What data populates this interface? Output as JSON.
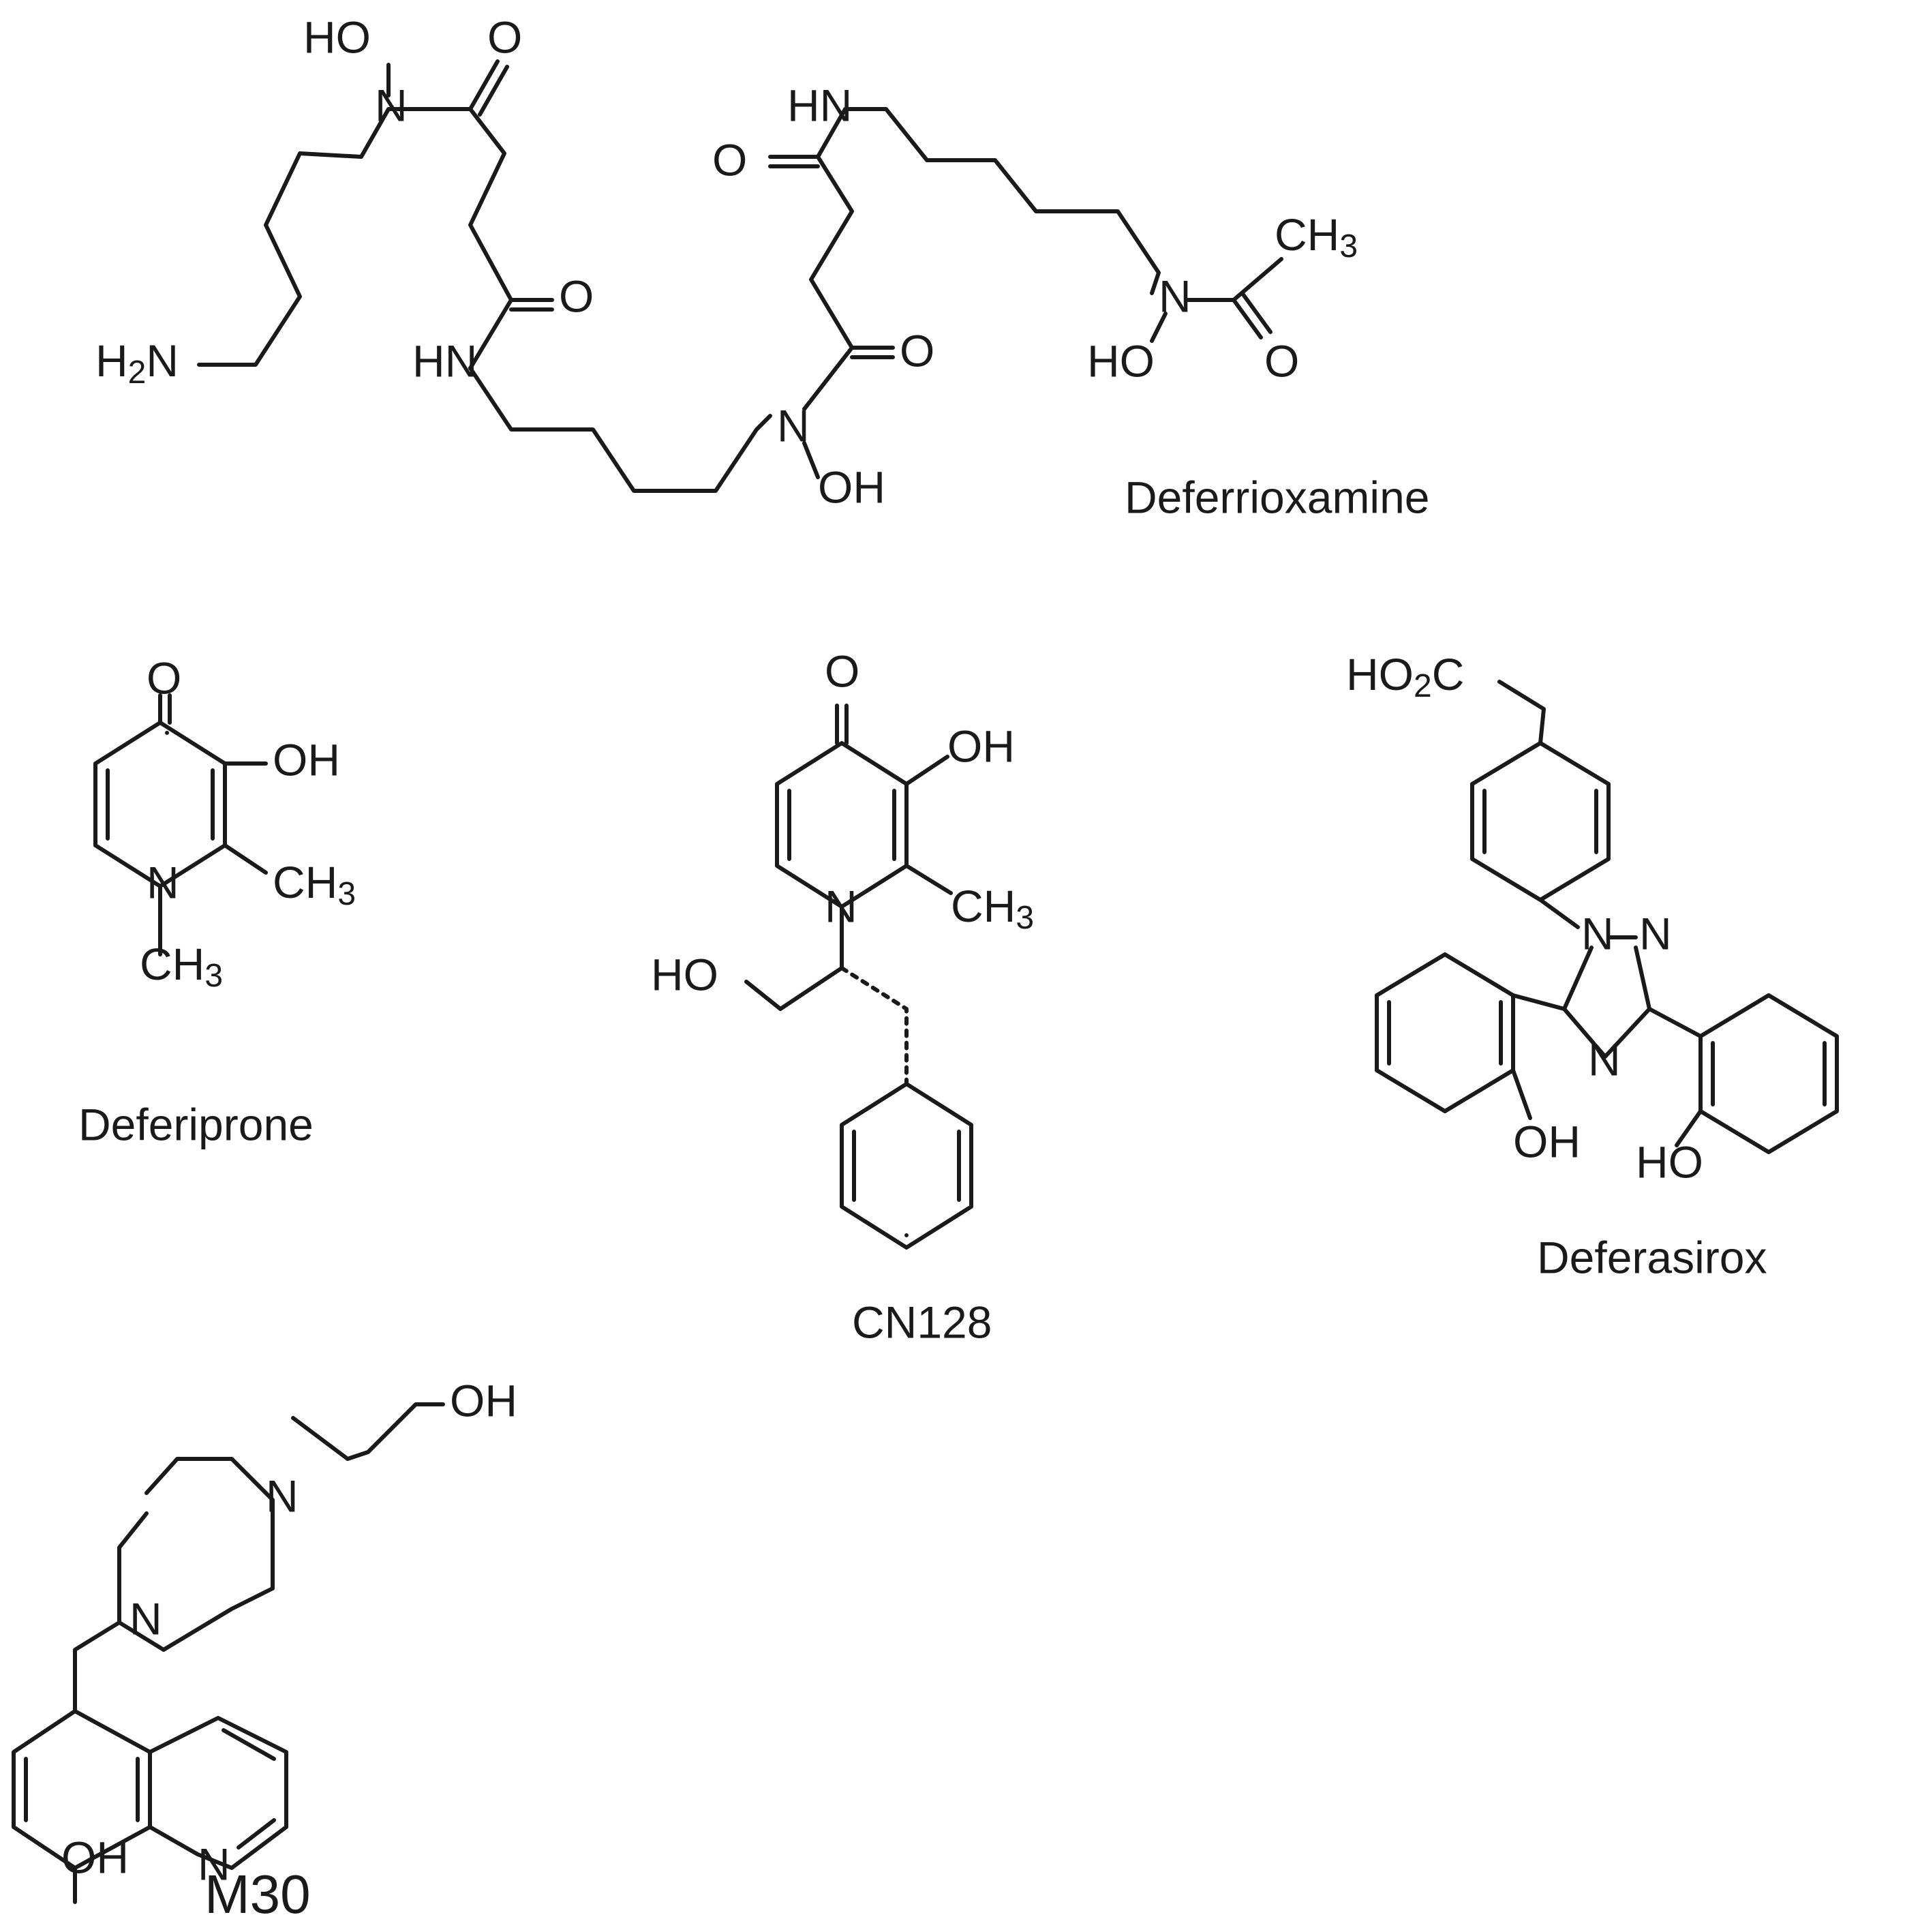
{
  "compounds": [
    {
      "name": "Deferrioxamine",
      "atom_labels": [
        "HO",
        "N",
        "O",
        "O",
        "H2N",
        "HN",
        "HN",
        "O",
        "O",
        "O",
        "N",
        "OH",
        "CH3",
        "N",
        "HO",
        "O"
      ]
    },
    {
      "name": "Deferiprone",
      "atom_labels": [
        "O",
        "OH",
        "N",
        "CH3",
        "CH3"
      ]
    },
    {
      "name": "CN128",
      "atom_labels": [
        "O",
        "OH",
        "N",
        "CH3",
        "HO"
      ]
    },
    {
      "name": "Deferasirox",
      "atom_labels": [
        "HO2C",
        "N",
        "N",
        "N",
        "OH",
        "HO"
      ]
    },
    {
      "name": "M30",
      "atom_labels": [
        "N",
        "N",
        "OH",
        "N",
        "OH"
      ]
    }
  ]
}
